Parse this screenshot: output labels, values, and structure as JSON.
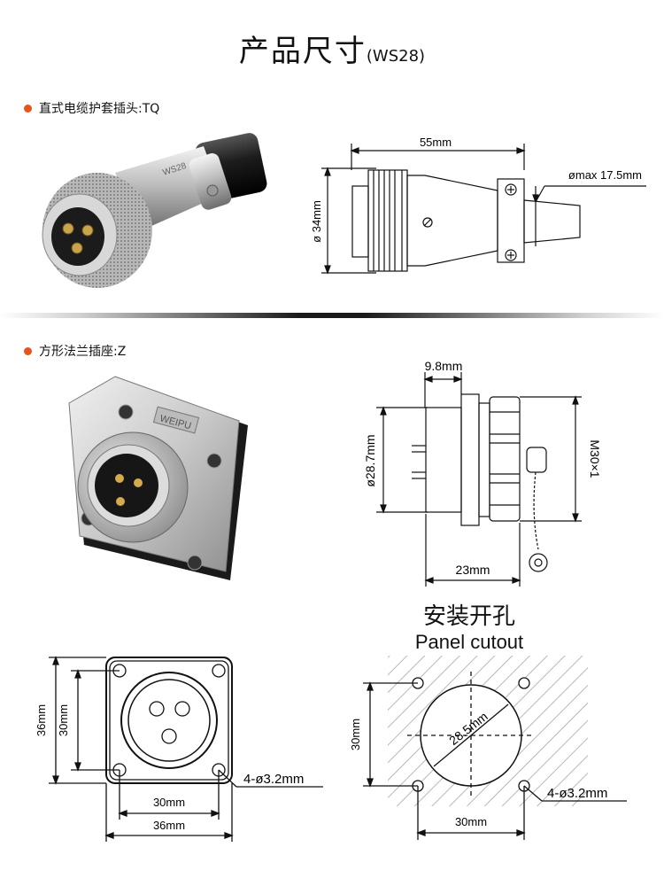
{
  "header": {
    "title": "产品尺寸",
    "subtitle": "(WS28)"
  },
  "accent_color": "#e8531b",
  "sections": [
    {
      "label": "直式电缆护套插头:TQ"
    },
    {
      "label": "方形法兰插座:Z"
    }
  ],
  "plug": {
    "image_text": "WS28",
    "dims": {
      "length": "55mm",
      "diameter": "ø 34mm",
      "cable_max": "ømax 17.5mm"
    }
  },
  "socket": {
    "image_text": "WEIPU",
    "dims": {
      "flange": "9.8mm",
      "diameter": "ø28.7mm",
      "thread": "M30×1",
      "depth": "23mm"
    }
  },
  "flange": {
    "dims": {
      "outer_h": "36mm",
      "inner_h": "30mm",
      "inner_w": "30mm",
      "outer_w": "36mm",
      "holes": "4-ø3.2mm"
    }
  },
  "cutout": {
    "title_cn": "安装开孔",
    "title_en": "Panel cutout",
    "dims": {
      "diameter": "28.5mm",
      "height": "30mm",
      "width": "30mm",
      "holes": "4-ø3.2mm"
    }
  }
}
